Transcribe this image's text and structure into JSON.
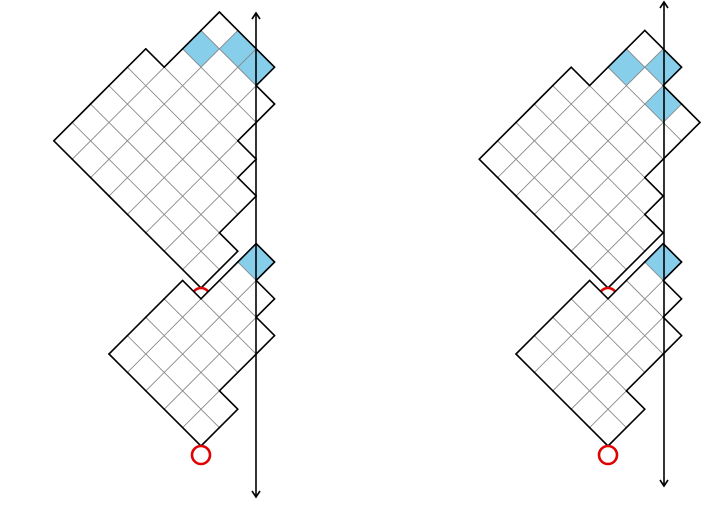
{
  "colors": {
    "cell_fill": "#ffffff",
    "highlight_fill": "#87CEEB",
    "grid_line": "#888888",
    "outline": "#000000",
    "marker": "#e00000",
    "axis": "#000000"
  },
  "diagrams": [
    {
      "name": "left-top-diagram",
      "rows": [
        {
          "len": 2,
          "highlight": []
        },
        {
          "len": 4,
          "highlight": []
        },
        {
          "len": 5,
          "highlight": []
        },
        {
          "len": 7,
          "highlight": []
        },
        {
          "len": 8,
          "highlight": [
            7
          ]
        },
        {
          "len": 8,
          "highlight": [
            7
          ]
        },
        {
          "len": 8,
          "highlight": [
            6
          ]
        },
        {
          "len": 5,
          "highlight": []
        }
      ]
    },
    {
      "name": "left-bottom-diagram",
      "rows": [
        {
          "len": 2,
          "highlight": []
        },
        {
          "len": 5,
          "highlight": []
        },
        {
          "len": 6,
          "highlight": []
        },
        {
          "len": 7,
          "highlight": [
            6
          ]
        },
        {
          "len": 4,
          "highlight": []
        }
      ]
    },
    {
      "name": "right-top-diagram",
      "rows": [
        {
          "len": 3,
          "highlight": []
        },
        {
          "len": 4,
          "highlight": []
        },
        {
          "len": 7,
          "highlight": []
        },
        {
          "len": 7,
          "highlight": [
            6
          ]
        },
        {
          "len": 8,
          "highlight": [
            7
          ]
        },
        {
          "len": 8,
          "highlight": [
            6
          ]
        },
        {
          "len": 5,
          "highlight": []
        }
      ]
    },
    {
      "name": "right-bottom-diagram",
      "rows": [
        {
          "len": 2,
          "highlight": []
        },
        {
          "len": 5,
          "highlight": []
        },
        {
          "len": 6,
          "highlight": []
        },
        {
          "len": 7,
          "highlight": [
            6
          ]
        },
        {
          "len": 4,
          "highlight": []
        }
      ]
    }
  ],
  "axes": [
    {
      "name": "left-vertical-axis"
    },
    {
      "name": "right-vertical-axis"
    }
  ]
}
